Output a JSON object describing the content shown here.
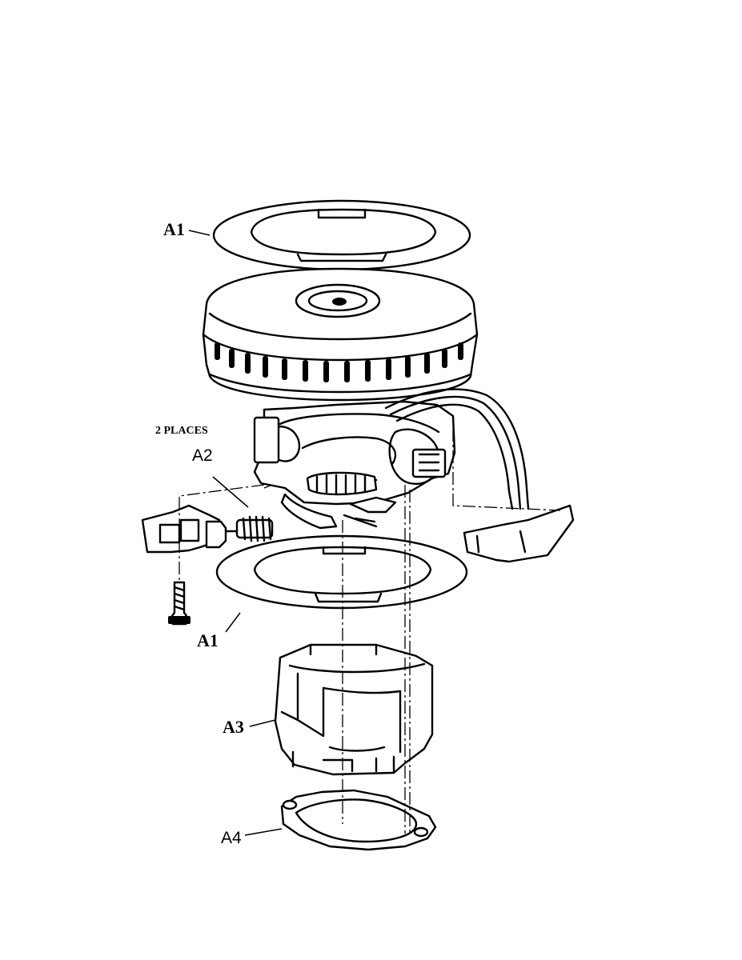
{
  "labels": {
    "a1_top": "A1",
    "a1_bottom": "A1",
    "a2": "A2",
    "a2_note": "2 PLACES",
    "a3": "A3",
    "a4": "A4"
  }
}
